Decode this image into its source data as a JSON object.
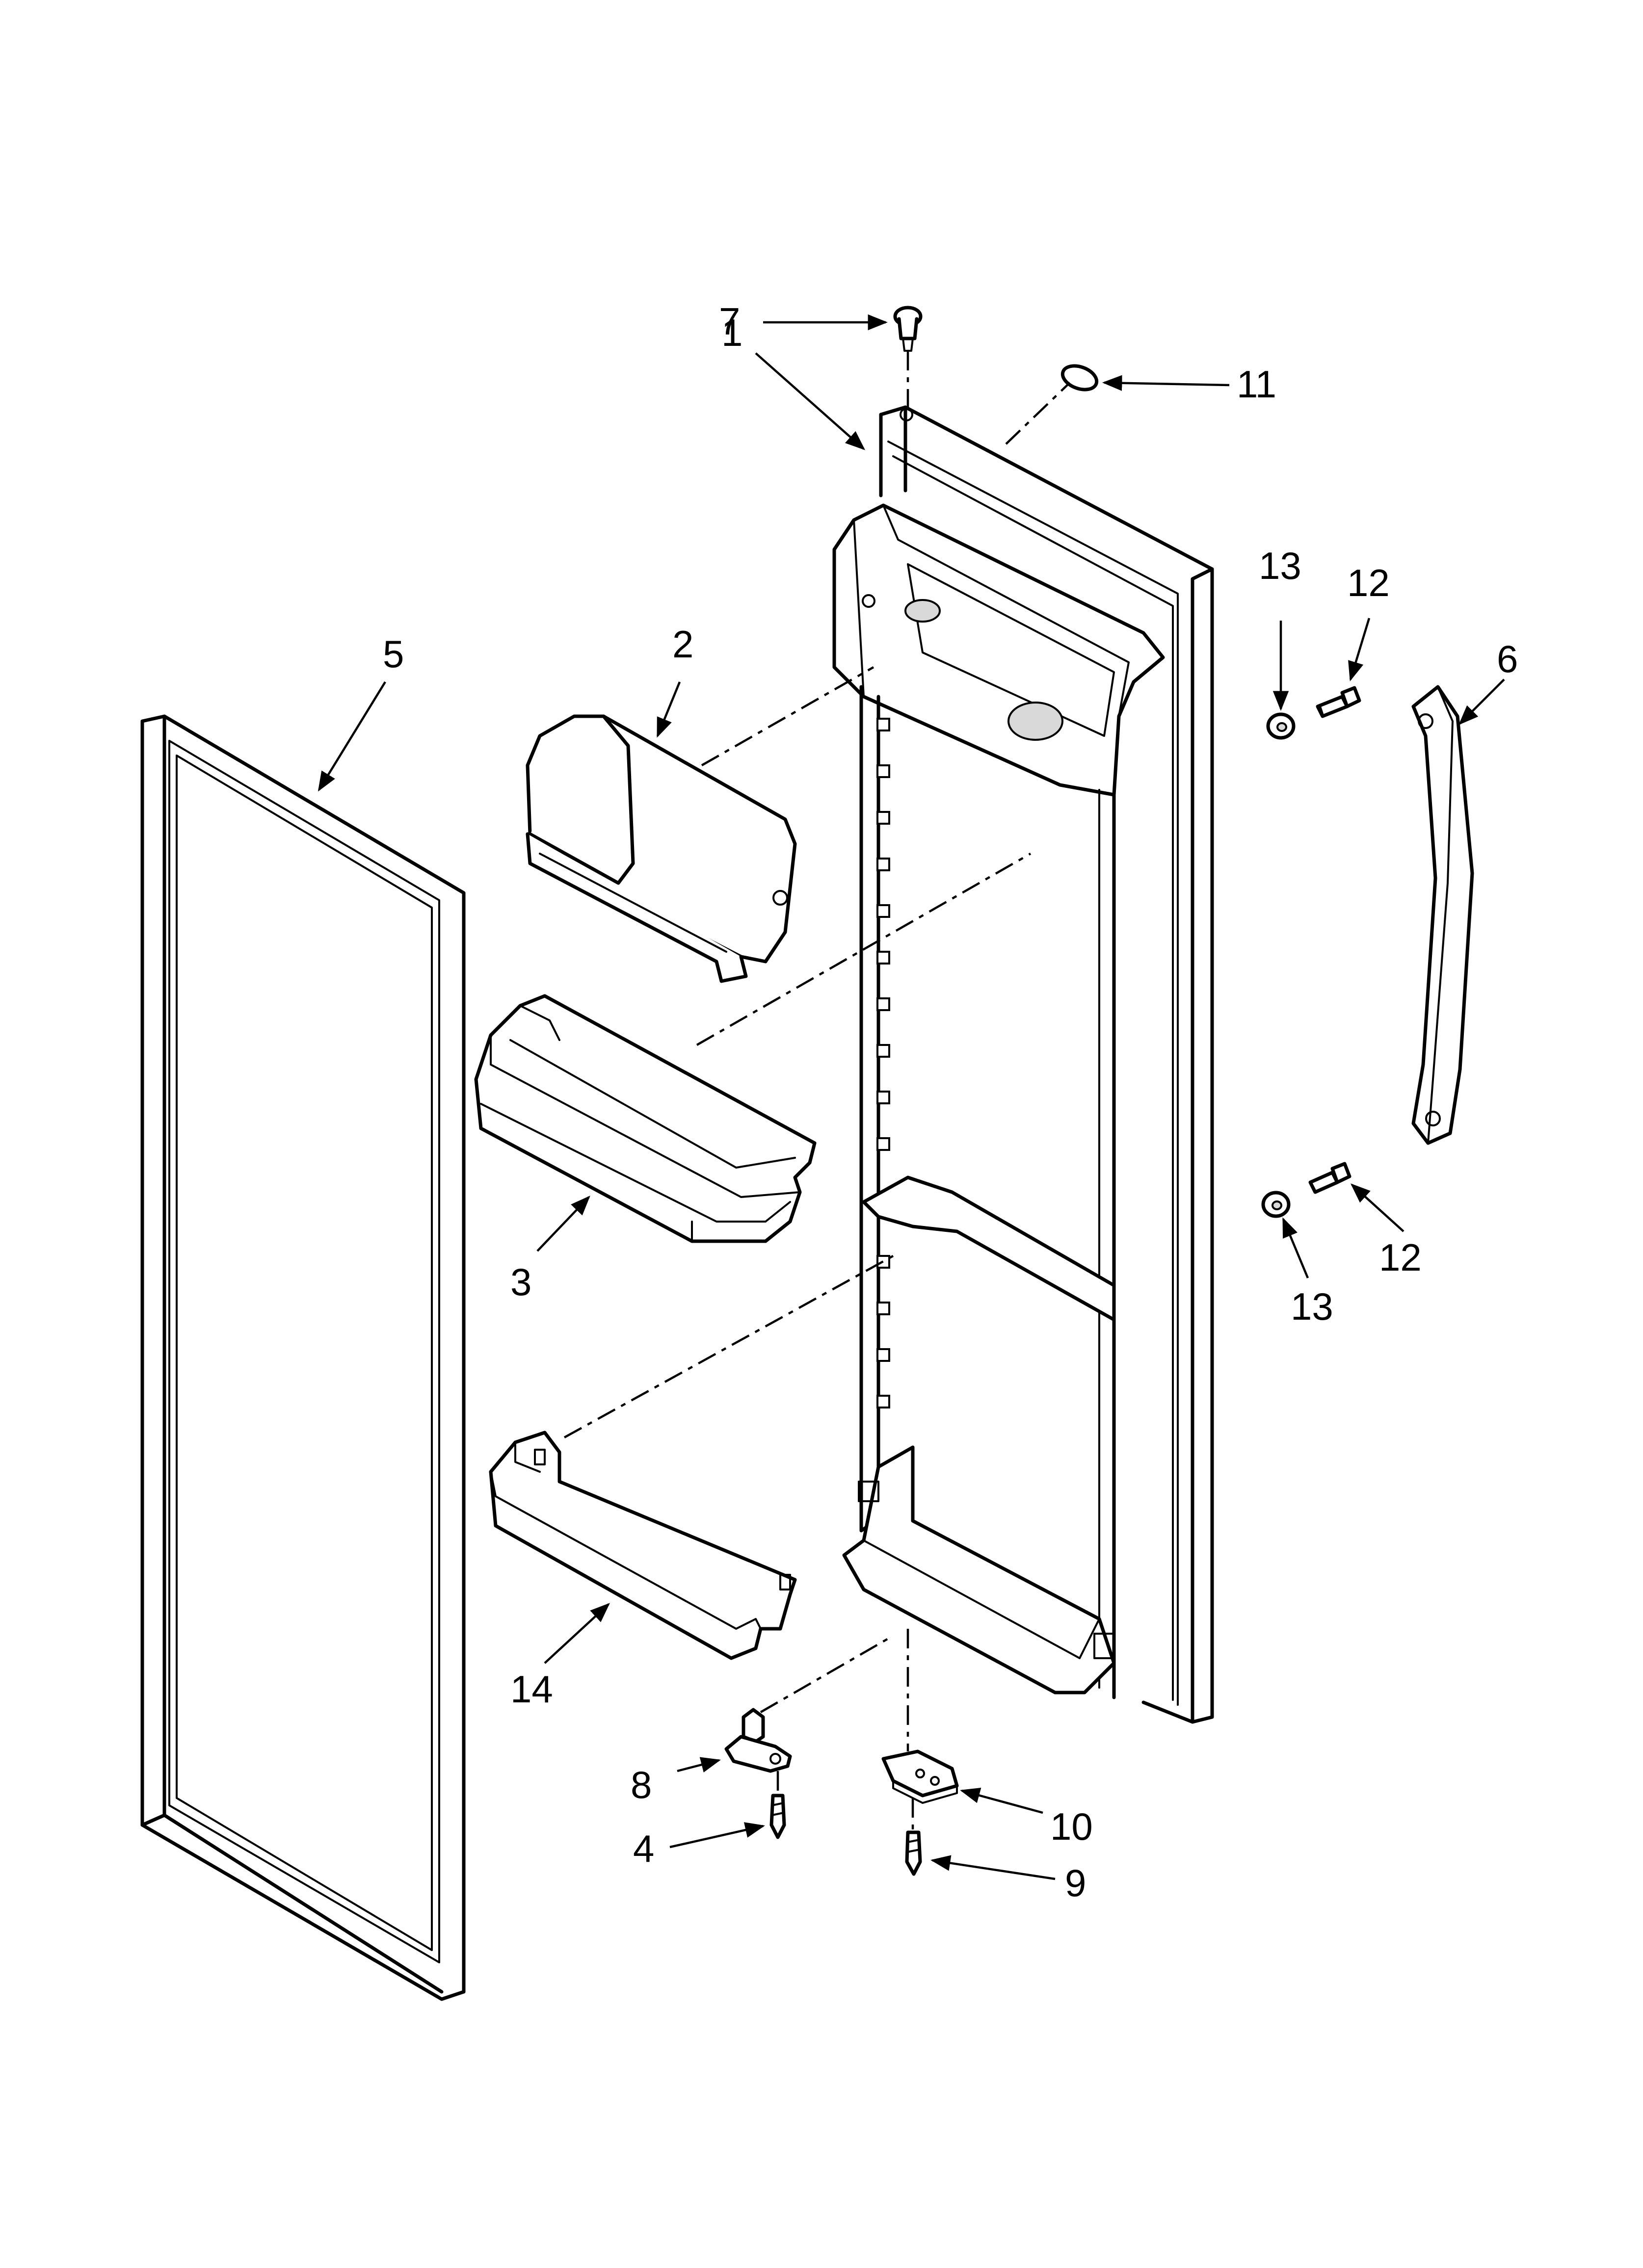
{
  "diagram": {
    "callouts": [
      {
        "id": "c1",
        "text": "1"
      },
      {
        "id": "c2",
        "text": "2"
      },
      {
        "id": "c3",
        "text": "3"
      },
      {
        "id": "c4",
        "text": "4"
      },
      {
        "id": "c5",
        "text": "5"
      },
      {
        "id": "c6",
        "text": "6"
      },
      {
        "id": "c7",
        "text": "7"
      },
      {
        "id": "c8",
        "text": "8"
      },
      {
        "id": "c9",
        "text": "9"
      },
      {
        "id": "c10",
        "text": "10"
      },
      {
        "id": "c11",
        "text": "11"
      },
      {
        "id": "c12a",
        "text": "12"
      },
      {
        "id": "c12b",
        "text": "12"
      },
      {
        "id": "c13a",
        "text": "13"
      },
      {
        "id": "c13b",
        "text": "13"
      },
      {
        "id": "c14",
        "text": "14"
      }
    ]
  }
}
